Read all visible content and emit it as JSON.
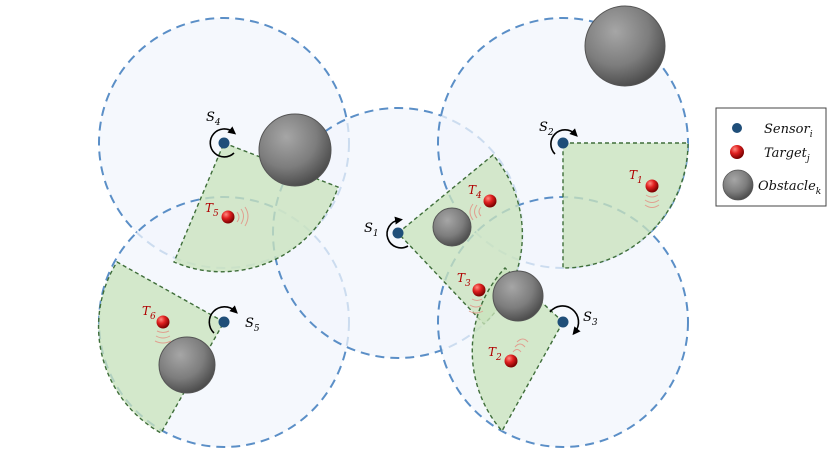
{
  "diagram": {
    "colors": {
      "range_fill": "#f2f6fc",
      "range_stroke": "#5b8fc7",
      "sector_fill": "#c9e3bd",
      "sector_stroke": "#3f6e3a",
      "sensor": "#1f4e79",
      "target": "#d11a1a",
      "obstacle": "#7a7a7a"
    },
    "sensors": [
      {
        "id": "S1",
        "letter": "S",
        "index": "1"
      },
      {
        "id": "S2",
        "letter": "S",
        "index": "2"
      },
      {
        "id": "S3",
        "letter": "S",
        "index": "3"
      },
      {
        "id": "S4",
        "letter": "S",
        "index": "4"
      },
      {
        "id": "S5",
        "letter": "S",
        "index": "5"
      }
    ],
    "targets": [
      {
        "id": "T1",
        "letter": "T",
        "index": "1"
      },
      {
        "id": "T2",
        "letter": "T",
        "index": "2"
      },
      {
        "id": "T3",
        "letter": "T",
        "index": "3"
      },
      {
        "id": "T4",
        "letter": "T",
        "index": "4"
      },
      {
        "id": "T5",
        "letter": "T",
        "index": "5"
      },
      {
        "id": "T6",
        "letter": "T",
        "index": "6"
      }
    ],
    "legend": {
      "sensor": {
        "text": "Sensor",
        "sub": "i",
        "icon": "blue-dot-icon"
      },
      "target": {
        "text": "Target",
        "sub": "j",
        "icon": "red-ball-icon"
      },
      "obstacle": {
        "text": "Obstacle",
        "sub": "k",
        "icon": "gray-ball-icon"
      }
    }
  }
}
